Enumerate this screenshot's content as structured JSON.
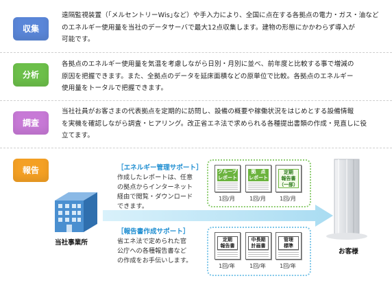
{
  "rows": [
    {
      "label": "収集",
      "color": "#5a86d8",
      "lines": [
        "遠隔監視装置（｢メルセントリーWis｣など）や手入力により、全国に点在する各拠点の電力・ガス・油など",
        "のエネルギー使用量を当社のデータサーバで最大12点収集します。建物の形態にかかわらず導入が",
        "可能です。"
      ]
    },
    {
      "label": "分析",
      "color": "#6cbf4a",
      "lines": [
        "各拠点のエネルギー使用量を気温を考慮しながら日別・月別に並べ、前年度と比較する事で増減の",
        "原因を把握できます。また、全拠点のデータを延床面積などの原単位で比較。各拠点のエネルギー",
        "使用量をトータルで把握できます。"
      ]
    },
    {
      "label": "調査",
      "color": "#c779d6",
      "lines": [
        "当社社員がお客さまの代表拠点を定期的に訪問し、設備の概要や稼働状況をはじめとする設備情報",
        "を実機を確認しながら調査・ヒアリング。改正省エネ法で求められる各種提出書類の作成・見直しに役",
        "立てます。"
      ]
    },
    {
      "label": "報告",
      "color": "#f4a024",
      "lines": []
    }
  ],
  "report": {
    "energy_support": {
      "title": "［エネルギー管理サポート］",
      "lines": [
        "作成したレポートは、任意",
        "の拠点からインターネット",
        "経由で閲覧・ダウンロード",
        "できます。"
      ]
    },
    "report_support": {
      "title": "［報告書作成サポート］",
      "lines": [
        "省エネ法で定められた官",
        "公庁への各種報告書など",
        "の作成をお手伝いします。"
      ]
    },
    "energy_docs": [
      {
        "label": "グループ\nレポート",
        "freq": "1回/月",
        "style": "green"
      },
      {
        "label": "拠　点\nレポート",
        "freq": "1回/月",
        "style": "green"
      },
      {
        "label": "定期\n報告書\n（一部）",
        "freq": "1回/月",
        "style": "white"
      }
    ],
    "report_docs": [
      {
        "label": "定期\n報告書",
        "freq": "1回/年",
        "style": "white"
      },
      {
        "label": "中長期\n計画書",
        "freq": "1回/年",
        "style": "white"
      },
      {
        "label": "管理\n標準",
        "freq": "1回/年",
        "style": "white"
      }
    ],
    "origin_label": "当社事業所",
    "destination_label": "お客様",
    "colors": {
      "accent_blue": "#1f8ed1",
      "arrow": "#bfe6f5",
      "energy_box": "#8ccc6e",
      "report_box": "#7cc5e8",
      "building": "#4a8fd0"
    }
  }
}
